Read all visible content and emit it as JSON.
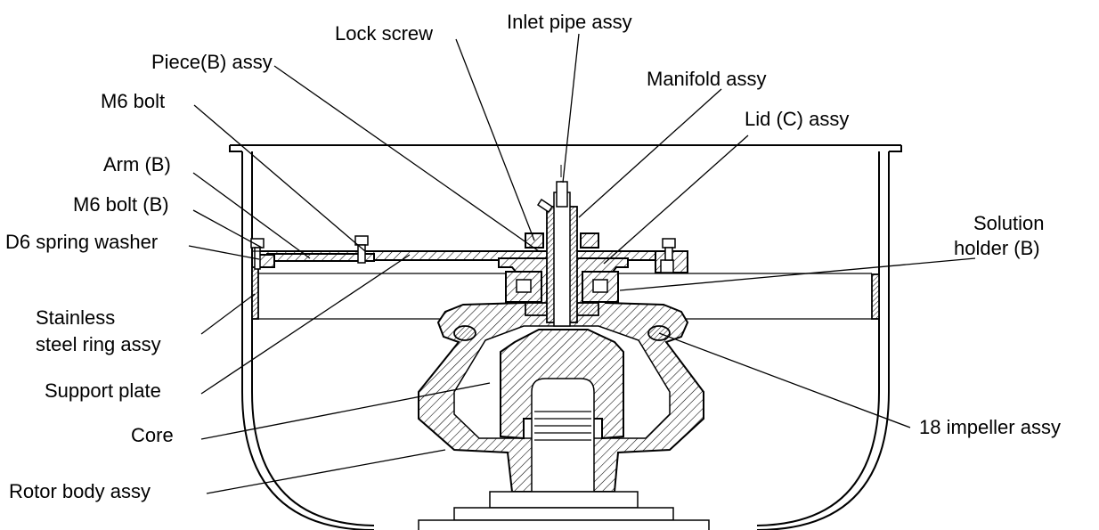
{
  "labels": {
    "inlet_pipe": "Inlet pipe assy",
    "lock_screw": "Lock screw",
    "piece_b": "Piece(B) assy",
    "manifold": "Manifold assy",
    "m6_bolt": "M6 bolt",
    "lid_c": "Lid (C) assy",
    "arm_b": "Arm (B)",
    "m6_bolt_b": "M6 bolt (B)",
    "solution_holder_1": "Solution",
    "solution_holder_2": "holder (B)",
    "d6_washer": "D6 spring washer",
    "stainless_1": "Stainless",
    "stainless_2": "steel ring assy",
    "support_plate": "Support plate",
    "core": "Core",
    "impeller": "18 impeller assy",
    "rotor_body": "Rotor body assy"
  }
}
